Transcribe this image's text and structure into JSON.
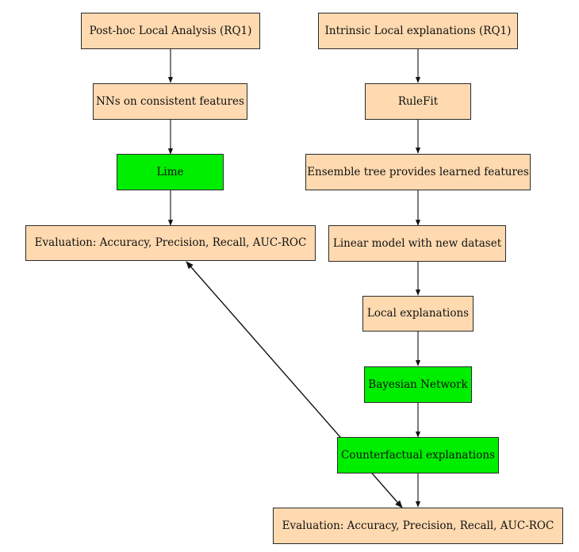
{
  "colors": {
    "box_fill": "#ffdab0",
    "highlight_fill": "#00ee00",
    "border": "#2b2b2b",
    "arrow": "#111111"
  },
  "left_branch": {
    "post_hoc": "Post-hoc Local Analysis (RQ1)",
    "nns": "NNs on consistent features",
    "lime": "Lime",
    "evaluation": "Evaluation: Accuracy, Precision, Recall, AUC-ROC"
  },
  "right_branch": {
    "intrinsic": "Intrinsic Local explanations (RQ1)",
    "rulefit": "RuleFit",
    "ensemble": "Ensemble tree provides learned features",
    "linear": "Linear model with new dataset",
    "local": "Local explanations",
    "bayesian": "Bayesian Network",
    "counterfactual": "Counterfactual explanations",
    "evaluation": "Evaluation: Accuracy, Precision, Recall, AUC-ROC"
  }
}
